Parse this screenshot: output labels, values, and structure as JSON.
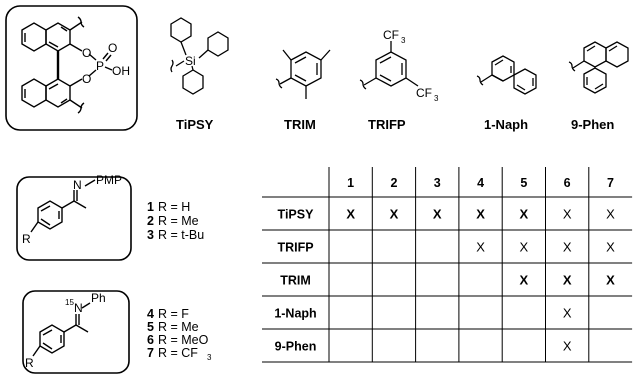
{
  "catalysts": {
    "tipsy": "TiPSY",
    "trim": "TRIM",
    "trifp": "TRIFP",
    "naph": "1-Naph",
    "phen": "9-Phen"
  },
  "cpa": {
    "p": "P",
    "o1": "O",
    "o2": "O",
    "o3": "O",
    "oh": "OH"
  },
  "tipsy_atom": "Si",
  "trifp_cf3_top": "CF",
  "trifp_cf3_right": "CF",
  "sub": "3",
  "imine1": {
    "n": "N",
    "pmp": "PMP",
    "r": "R"
  },
  "imine2": {
    "n": "N",
    "iso": "15",
    "ph": "Ph",
    "r": "R"
  },
  "substrates1": [
    {
      "num": "1",
      "def": "R = H"
    },
    {
      "num": "2",
      "def": "R = Me"
    },
    {
      "num": "3",
      "def": "R = t-Bu"
    }
  ],
  "substrates2": [
    {
      "num": "4",
      "def": "R = F"
    },
    {
      "num": "5",
      "def": "R = Me"
    },
    {
      "num": "6",
      "def": "R = MeO"
    },
    {
      "num": "7",
      "def": "R = CF"
    }
  ],
  "table": {
    "columns": [
      "1",
      "2",
      "3",
      "4",
      "5",
      "6",
      "7"
    ],
    "rows": [
      {
        "label": "TiPSY",
        "cells": [
          "X",
          "X",
          "X",
          "X",
          "X",
          "X",
          "X"
        ],
        "bold": [
          true,
          true,
          true,
          true,
          true,
          false,
          false
        ]
      },
      {
        "label": "TRIFP",
        "cells": [
          "",
          "",
          "",
          "X",
          "X",
          "X",
          "X"
        ],
        "bold": [
          false,
          false,
          false,
          false,
          false,
          false,
          false
        ]
      },
      {
        "label": "TRIM",
        "cells": [
          "",
          "",
          "",
          "",
          "X",
          "X",
          "X"
        ],
        "bold": [
          false,
          false,
          false,
          false,
          true,
          true,
          true
        ]
      },
      {
        "label": "1-Naph",
        "cells": [
          "",
          "",
          "",
          "",
          "",
          "X",
          ""
        ],
        "bold": [
          false,
          false,
          false,
          false,
          false,
          false,
          false
        ]
      },
      {
        "label": "9-Phen",
        "cells": [
          "",
          "",
          "",
          "",
          "",
          "X",
          ""
        ],
        "bold": [
          false,
          false,
          false,
          false,
          false,
          false,
          false
        ]
      }
    ]
  }
}
